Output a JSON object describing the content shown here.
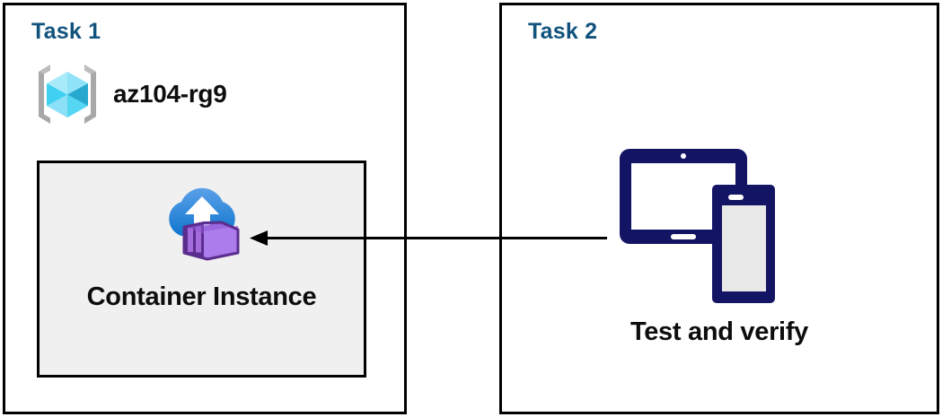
{
  "diagram": {
    "background": "#ffffff",
    "title_color": "#12537E",
    "panel_border_color": "#000000",
    "resource_box_fill": "#F0F0F0",
    "arrow_color": "#000000",
    "device_color": "#141464",
    "container_purple": "#A67BE8",
    "container_purple_dark": "#5B2D8E",
    "cloud_blue": "#3C8FD9",
    "rg_cube_cyan": "#4FD3F5",
    "rg_bracket_gray": "#A8A8A8"
  },
  "panels": [
    {
      "id": "task1",
      "title": "Task 1",
      "resource_group": {
        "icon": "azure-resource-group-icon",
        "label": "az104-rg9"
      },
      "resource_box": {
        "service": {
          "icon": "azure-container-instance-icon",
          "label": "Container Instance"
        }
      }
    },
    {
      "id": "task2",
      "title": "Task 2",
      "device": {
        "icon": "tablet-and-phone-icon",
        "label": "Test and verify"
      }
    }
  ],
  "connector": {
    "name": "arrow-task2-to-container-instance",
    "direction": "right-to-left",
    "from": "Test and verify",
    "to": "Container Instance"
  }
}
